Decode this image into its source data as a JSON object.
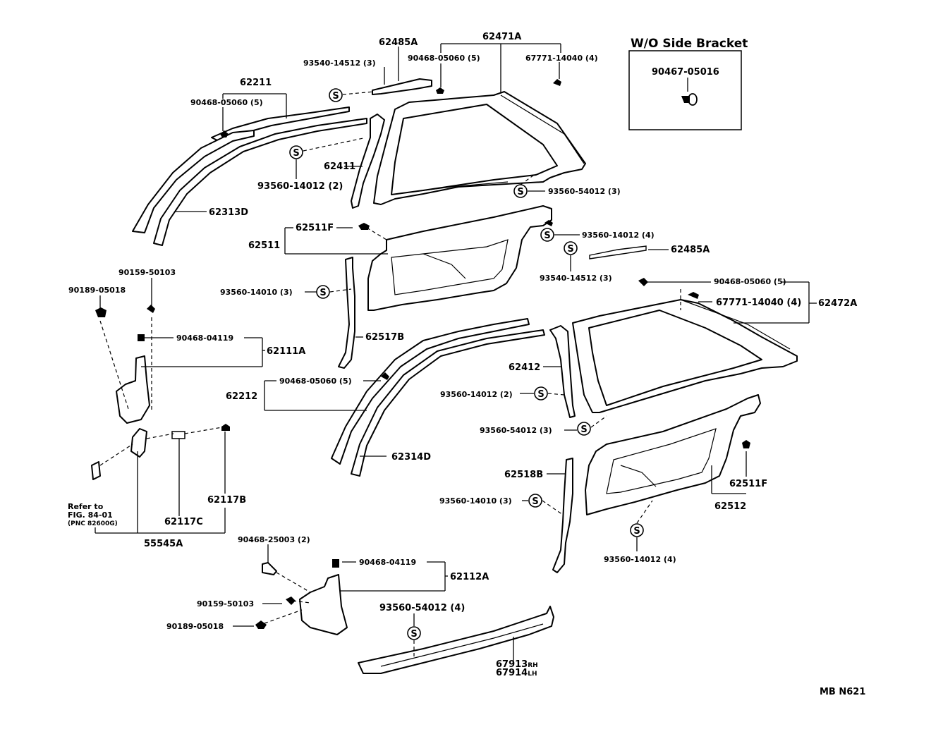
{
  "inset": {
    "title": "W/O Side Bracket",
    "part": "90467-05016"
  },
  "figure_code": "MB N621",
  "s_symbol": "S",
  "labels": {
    "p62485A_top": "62485A",
    "p62471A": "62471A",
    "p93540_14512_top": "93540-14512 (3)",
    "p90468_05060_top": "90468-05060 (5)",
    "p67771_14040_top": "67771-14040 (4)",
    "p62211": "62211",
    "p90468_05060_left": "90468-05060 (5)",
    "p62411": "62411",
    "p93560_14012_2_top": "93560-14012 (2)",
    "p93560_54012_3_top": "93560-54012 (3)",
    "p62313D": "62313D",
    "p62511F_top": "62511F",
    "p62511": "62511",
    "p93560_14012_4_mid": "93560-14012 (4)",
    "p62485A_mid": "62485A",
    "p93540_14512_mid": "93540-14512 (3)",
    "p90159_50103_left": "90159-50103",
    "p90189_05018_left": "90189-05018",
    "p93560_14010_mid": "93560-14010 (3)",
    "p90468_05060_right": "90468-05060 (5)",
    "p67771_14040_right": "67771-14040 (4)",
    "p62472A": "62472A",
    "p90468_04119_left": "90468-04119",
    "p62111A": "62111A",
    "p62517B": "62517B",
    "p62412": "62412",
    "p90468_05060_center": "90468-05060 (5)",
    "p62212": "62212",
    "p93560_14012_2_bot": "93560-14012 (2)",
    "p93560_54012_3_bot": "93560-54012 (3)",
    "p62314D": "62314D",
    "p62518B": "62518B",
    "p62511F_right": "62511F",
    "p62512": "62512",
    "p93560_14010_bot": "93560-14010 (3)",
    "p62117B": "62117B",
    "p62117C": "62117C",
    "p55545A": "55545A",
    "refer_1": "Refer to",
    "refer_2": "FIG. 84-01",
    "refer_3": "(PNC 82600G)",
    "p93560_14012_4_bot": "93560-14012 (4)",
    "p90468_25003": "90468-25003 (2)",
    "p90468_04119_bot": "90468-04119",
    "p62112A": "62112A",
    "p90159_50103_bot": "90159-50103",
    "p90189_05018_bot": "90189-05018",
    "p93560_54012_4": "93560-54012 (4)",
    "p67913": "67913",
    "p67913_suffix": "RH",
    "p67914": "67914",
    "p67914_suffix": "LH"
  }
}
